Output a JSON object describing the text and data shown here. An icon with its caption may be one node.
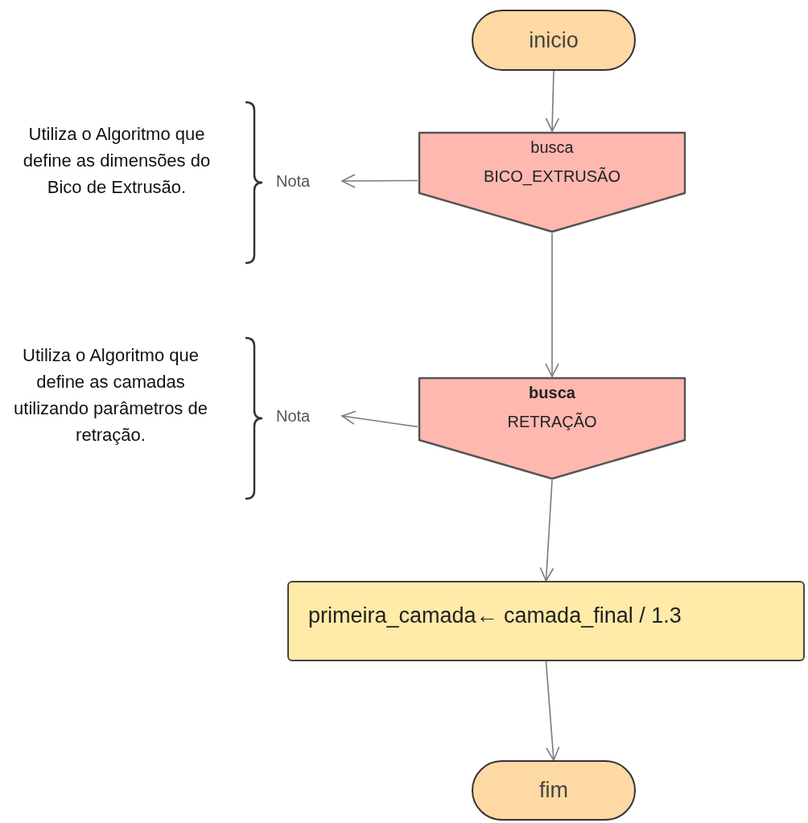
{
  "diagram": {
    "nodes": [
      {
        "text": [
          "inicio"
        ]
      },
      {
        "text": [
          "busca",
          "BICO_EXTRUSÃO"
        ]
      },
      {
        "text": [
          "Nota"
        ],
        "beside": [
          "Utiliza o Algoritmo que define as dimensões do Bico de Extrusão."
        ]
      },
      {
        "text": [
          "busca",
          "RETRAÇÃO"
        ]
      },
      {
        "text": [
          "Nota"
        ],
        "beside": [
          "Utiliza o Algoritmo que define as camadas utilizando parâmetros de retração."
        ]
      },
      {
        "text": [
          "primeira_camada← camada_final / 1.3"
        ]
      },
      {
        "text": [
          "fim"
        ]
      }
    ],
    "edges": [
      {
        "from": 0,
        "to": 1,
        "arrow": "to"
      },
      {
        "from": 1,
        "to": 2,
        "arrow": "to"
      },
      {
        "from": 1,
        "to": 3,
        "arrow": "to"
      },
      {
        "from": 3,
        "to": 4,
        "arrow": "to"
      },
      {
        "from": 3,
        "to": 5,
        "arrow": "to"
      },
      {
        "from": 5,
        "to": 6,
        "arrow": "to"
      }
    ]
  }
}
